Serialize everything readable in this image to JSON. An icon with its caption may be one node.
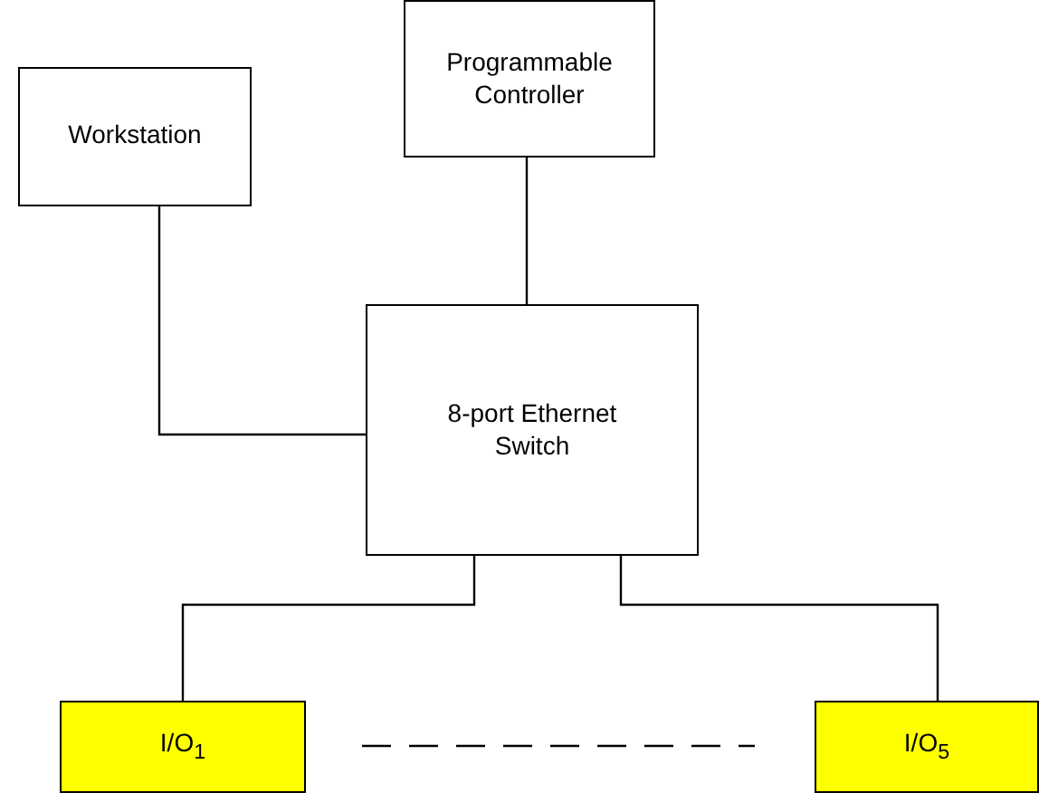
{
  "diagram": {
    "nodes": [
      {
        "text": [
          "Workstation"
        ]
      },
      {
        "text": [
          "Programmable Controller"
        ]
      },
      {
        "text": [
          "8-port Ethernet Switch"
        ]
      },
      {
        "text": [
          "I/O$_{1}$"
        ]
      },
      {
        "text": [
          "I/O$_{5}$"
        ]
      }
    ],
    "edges": [
      {
        "from": 0,
        "to": 2,
        "arrow": "none"
      },
      {
        "from": 1,
        "to": 2,
        "arrow": "none"
      },
      {
        "from": 2,
        "to": 3,
        "arrow": "none"
      },
      {
        "from": 2,
        "to": 4,
        "arrow": "none"
      },
      {
        "from": 3,
        "to": 4,
        "arrow": "none",
        "style": "dashed"
      }
    ]
  }
}
